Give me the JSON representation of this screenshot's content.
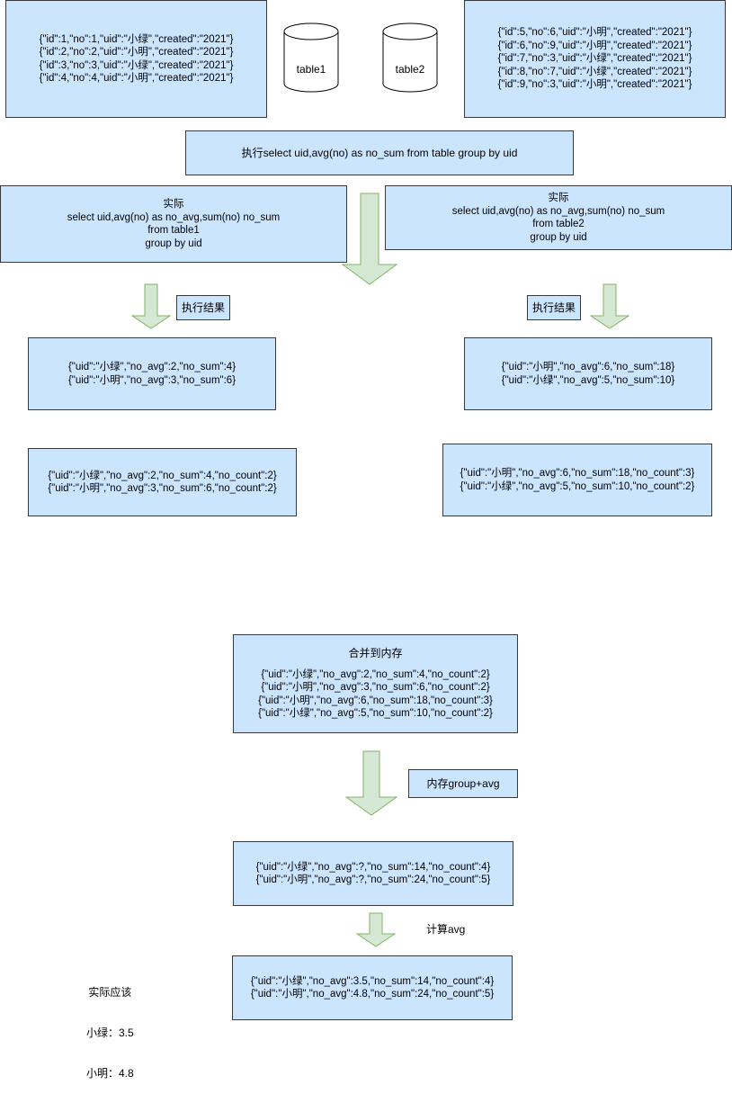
{
  "source_left": {
    "lines": [
      "{\"id\":1,\"no\":1,\"uid\":\"小绿\",\"created\":\"2021\"}",
      "{\"id\":2,\"no\":2,\"uid\":\"小明\",\"created\":\"2021\"}",
      "{\"id\":3,\"no\":3,\"uid\":\"小绿\",\"created\":\"2021\"}",
      "{\"id\":4,\"no\":4,\"uid\":\"小明\",\"created\":\"2021\"}"
    ]
  },
  "source_right": {
    "lines": [
      "{\"id\":5,\"no\":6,\"uid\":\"小明\",\"created\":\"2021\"}",
      "{\"id\":6,\"no\":9,\"uid\":\"小明\",\"created\":\"2021\"}",
      "{\"id\":7,\"no\":3,\"uid\":\"小绿\",\"created\":\"2021\"}",
      "{\"id\":8,\"no\":7,\"uid\":\"小绿\",\"created\":\"2021\"}",
      "{\"id\":9,\"no\":3,\"uid\":\"小明\",\"created\":\"2021\"}"
    ]
  },
  "tables": {
    "table1": "table1",
    "table2": "table2"
  },
  "query": "执行select uid,avg(no) as no_sum from table group by uid",
  "actual_left": {
    "lines": [
      "实际",
      "select uid,avg(no) as no_avg,sum(no) no_sum",
      "from table1",
      "group by uid"
    ]
  },
  "actual_right": {
    "lines": [
      "实际",
      "select uid,avg(no) as no_avg,sum(no) no_sum",
      "from table2",
      "group by uid"
    ]
  },
  "exec_result_label": "执行结果",
  "result_left": {
    "lines": [
      "{\"uid\":\"小绿\",\"no_avg\":2,\"no_sum\":4}",
      "{\"uid\":\"小明\",\"no_avg\":3,\"no_sum\":6}"
    ]
  },
  "result_right": {
    "lines": [
      "{\"uid\":\"小明\",\"no_avg\":6,\"no_sum\":18}",
      "{\"uid\":\"小绿\",\"no_avg\":5,\"no_sum\":10}"
    ]
  },
  "count_left": {
    "lines": [
      "{\"uid\":\"小绿\",\"no_avg\":2,\"no_sum\":4,\"no_count\":2}",
      "{\"uid\":\"小明\",\"no_avg\":3,\"no_sum\":6,\"no_count\":2}"
    ]
  },
  "count_right": {
    "lines": [
      "{\"uid\":\"小明\",\"no_avg\":6,\"no_sum\":18,\"no_count\":3}",
      "{\"uid\":\"小绿\",\"no_avg\":5,\"no_sum\":10,\"no_count\":2}"
    ]
  },
  "merge": {
    "title": "合并到内存",
    "lines": [
      "{\"uid\":\"小绿\",\"no_avg\":2,\"no_sum\":4,\"no_count\":2}",
      "{\"uid\":\"小明\",\"no_avg\":3,\"no_sum\":6,\"no_count\":2}",
      "{\"uid\":\"小明\",\"no_avg\":6,\"no_sum\":18,\"no_count\":3}",
      "{\"uid\":\"小绿\",\"no_avg\":5,\"no_sum\":10,\"no_count\":2}"
    ]
  },
  "memory_group_label": "内存group+avg",
  "grouped": {
    "lines": [
      "{\"uid\":\"小绿\",\"no_avg\":?,\"no_sum\":14,\"no_count\":4}",
      "{\"uid\":\"小明\",\"no_avg\":?,\"no_sum\":24,\"no_count\":5}"
    ]
  },
  "compute_avg_label": "计算avg",
  "final": {
    "lines": [
      "{\"uid\":\"小绿\",\"no_avg\":3.5,\"no_sum\":14,\"no_count\":4}",
      "{\"uid\":\"小明\",\"no_avg\":4.8,\"no_sum\":24,\"no_count\":5}"
    ]
  },
  "expected": {
    "lines": [
      "实际应该",
      "小绿：3.5",
      "小明：4.8"
    ]
  },
  "colors": {
    "box_fill": "#cce5ff",
    "box_border": "#36393d",
    "arrow_fill": "#d5e8d4",
    "arrow_stroke": "#82b366"
  }
}
